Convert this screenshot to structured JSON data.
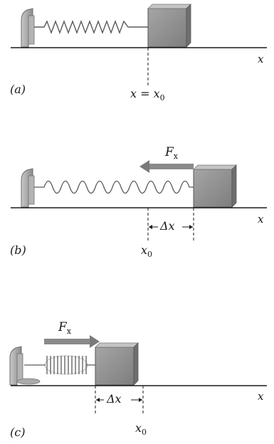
{
  "panels": [
    {
      "id": "a",
      "label": "(a)",
      "axis_label": "x",
      "marker": {
        "text": "x = x",
        "subscript": "0"
      }
    },
    {
      "id": "b",
      "label": "(b)",
      "axis_label": "x",
      "force": {
        "symbol": "F",
        "subscript": "x"
      },
      "displacement": "Δx",
      "marker": {
        "text": "x",
        "subscript": "0"
      }
    },
    {
      "id": "c",
      "label": "(c)",
      "axis_label": "x",
      "force": {
        "symbol": "F",
        "subscript": "x"
      },
      "displacement": "Δx",
      "marker": {
        "text": "x",
        "subscript": "0"
      }
    }
  ],
  "colors": {
    "block_fill": "#8f8f8f",
    "block_top": "#bdbdbd",
    "wall_fill": "#9a9a9a",
    "spring": "#5a5a5a",
    "force_arrow": "#7d7d7d",
    "axis": "#1a1a1a"
  }
}
